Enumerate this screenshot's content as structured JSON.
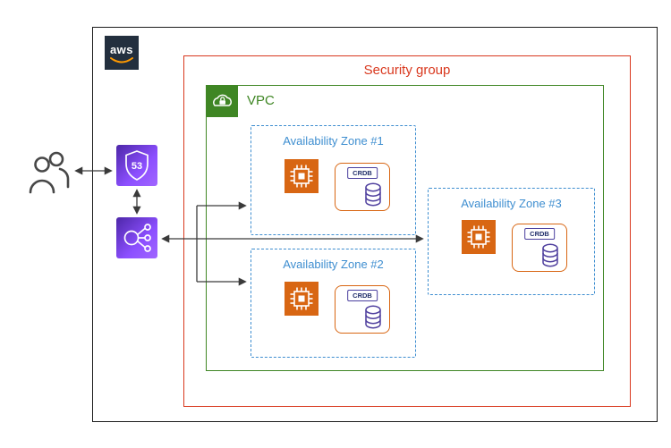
{
  "aws_cloud": {
    "logo_text": "aws"
  },
  "security_group": {
    "label": "Security group"
  },
  "vpc": {
    "label": "VPC"
  },
  "availability_zones": [
    {
      "label": "Availability Zone #1"
    },
    {
      "label": "Availability Zone #2"
    },
    {
      "label": "Availability Zone #3"
    }
  ],
  "crdb_label": "CRDB",
  "route53": {
    "label": "53"
  },
  "icons": {
    "users": "users-icon",
    "route53": "route53-shield-icon",
    "load_balancer": "elastic-load-balancer-icon",
    "vpc": "vpc-cloud-lock-icon",
    "compute": "ec2-chip-icon",
    "database": "database-cylinder-icon"
  },
  "colors": {
    "security_group_red": "#d9381e",
    "vpc_green": "#3f8624",
    "az_blue": "#3e8ed0",
    "compute_orange": "#d86613",
    "network_purple": "#8c4fff",
    "crdb_purple": "#4f3f9e",
    "arrow_gray": "#3a3a3a",
    "aws_navy": "#232f3e",
    "aws_smile_orange": "#ff9900"
  }
}
